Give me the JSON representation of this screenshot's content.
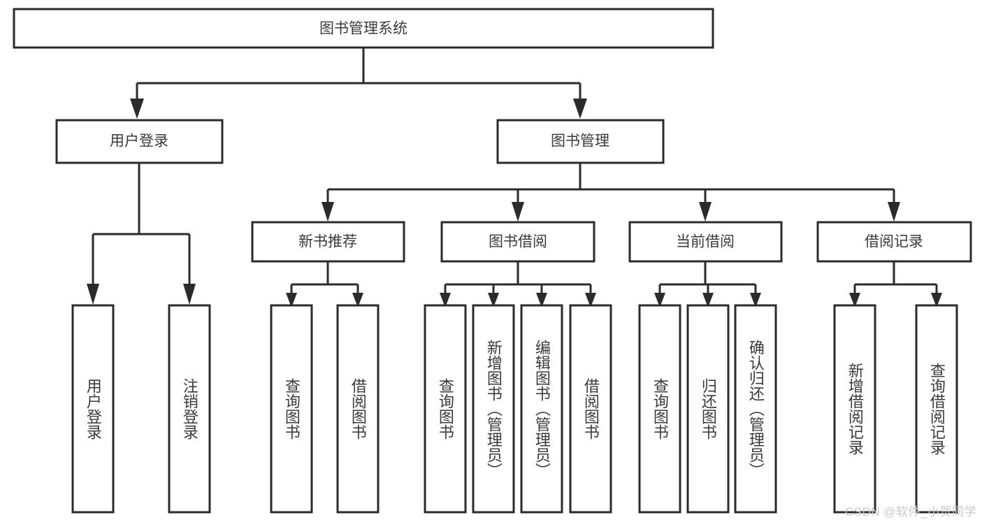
{
  "diagram": {
    "title": "图书管理系统",
    "watermark": "CSDN @软件_小贺同学",
    "colors": {
      "stroke": "#2b2b2b",
      "text": "#3a3a3a",
      "background": "#ffffff",
      "watermark": "#c9c9c9"
    },
    "root": {
      "label": "图书管理系统"
    },
    "level2": [
      {
        "label": "用户登录"
      },
      {
        "label": "图书管理"
      }
    ],
    "level3": [
      {
        "label": "新书推荐"
      },
      {
        "label": "图书借阅"
      },
      {
        "label": "当前借阅"
      },
      {
        "label": "借阅记录"
      }
    ],
    "leaves": {
      "user_login": [
        {
          "label": "用户登录"
        },
        {
          "label": "注销登录"
        }
      ],
      "new_book": [
        {
          "label": "查询图书"
        },
        {
          "label": "借阅图书"
        }
      ],
      "book_borrow": [
        {
          "label": "查询图书"
        },
        {
          "label": "新增图书（管理员）"
        },
        {
          "label": "编辑图书（管理员）"
        },
        {
          "label": "借阅图书"
        }
      ],
      "current_borrow": [
        {
          "label": "查询图书"
        },
        {
          "label": "归还图书"
        },
        {
          "label": "确认归还（管理员）"
        }
      ],
      "borrow_record": [
        {
          "label": "新增借阅记录"
        },
        {
          "label": "查询借阅记录"
        }
      ]
    }
  }
}
